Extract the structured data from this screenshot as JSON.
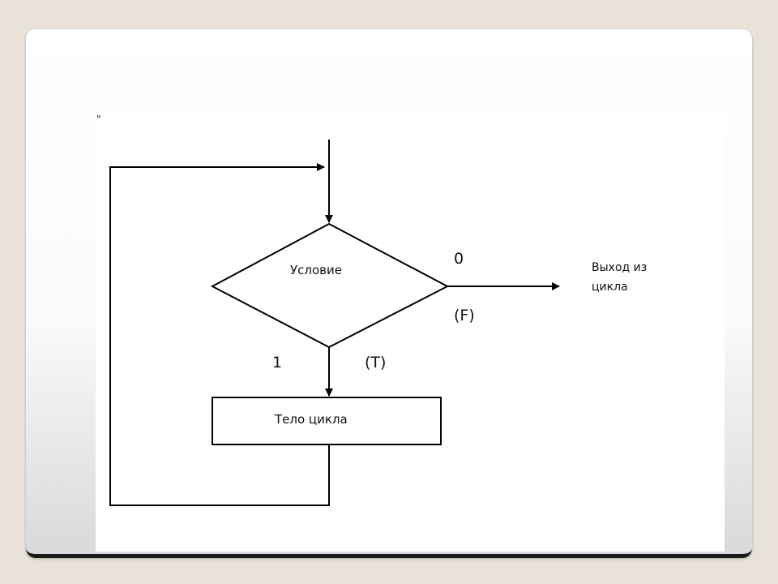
{
  "diagram": {
    "nodes": {
      "condition": "Условие",
      "body": "Тело цикла"
    },
    "edges": {
      "false_value": "0",
      "false_label": "(F)",
      "true_value": "1",
      "true_label": "(T)",
      "exit_line1": "Выход из",
      "exit_line2": "цикла"
    },
    "corner_mark": "\""
  }
}
